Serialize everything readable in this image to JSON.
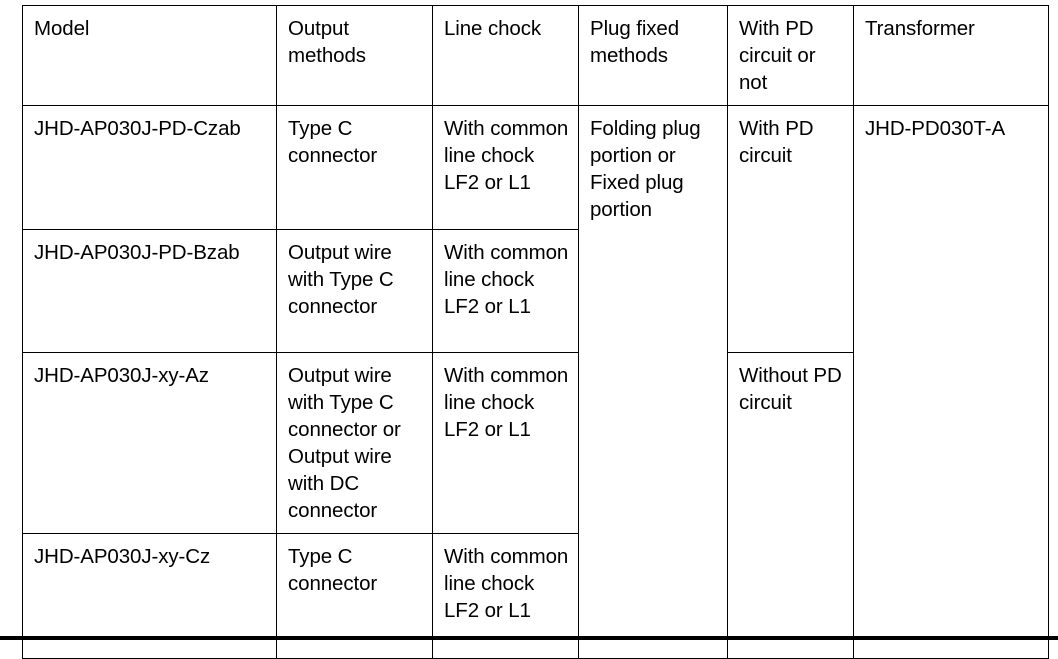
{
  "table": {
    "columns": [
      {
        "key": "model",
        "label": "Model"
      },
      {
        "key": "output",
        "label": "Output methods"
      },
      {
        "key": "chock",
        "label": "Line chock"
      },
      {
        "key": "plug",
        "label": "Plug fixed methods"
      },
      {
        "key": "pd",
        "label": "With PD circuit or not"
      },
      {
        "key": "transformer",
        "label": "Transformer"
      }
    ],
    "rows": [
      {
        "model": "JHD-AP030J-PD-Czab",
        "output": "Type C connector",
        "chock": "With common line chock LF2 or L1"
      },
      {
        "model": "JHD-AP030J-PD-Bzab",
        "output": "Output wire with Type C connector",
        "chock": "With common line chock LF2 or L1"
      },
      {
        "model": "JHD-AP030J-xy-Az",
        "output": "Output wire with Type C connector or Output wire with DC connector",
        "chock": "With common line chock LF2 or L1"
      },
      {
        "model": "JHD-AP030J-xy-Cz",
        "output": "Type C connector",
        "chock": "With common line chock LF2 or L1"
      }
    ],
    "merged": {
      "plug_fixed_methods": "Folding plug portion or Fixed plug portion",
      "pd_with": "With PD circuit",
      "pd_without": "Without PD circuit",
      "transformer": "JHD-PD030T-A"
    }
  },
  "colors": {
    "text": "#000000",
    "border": "#000000",
    "background": "#ffffff"
  }
}
